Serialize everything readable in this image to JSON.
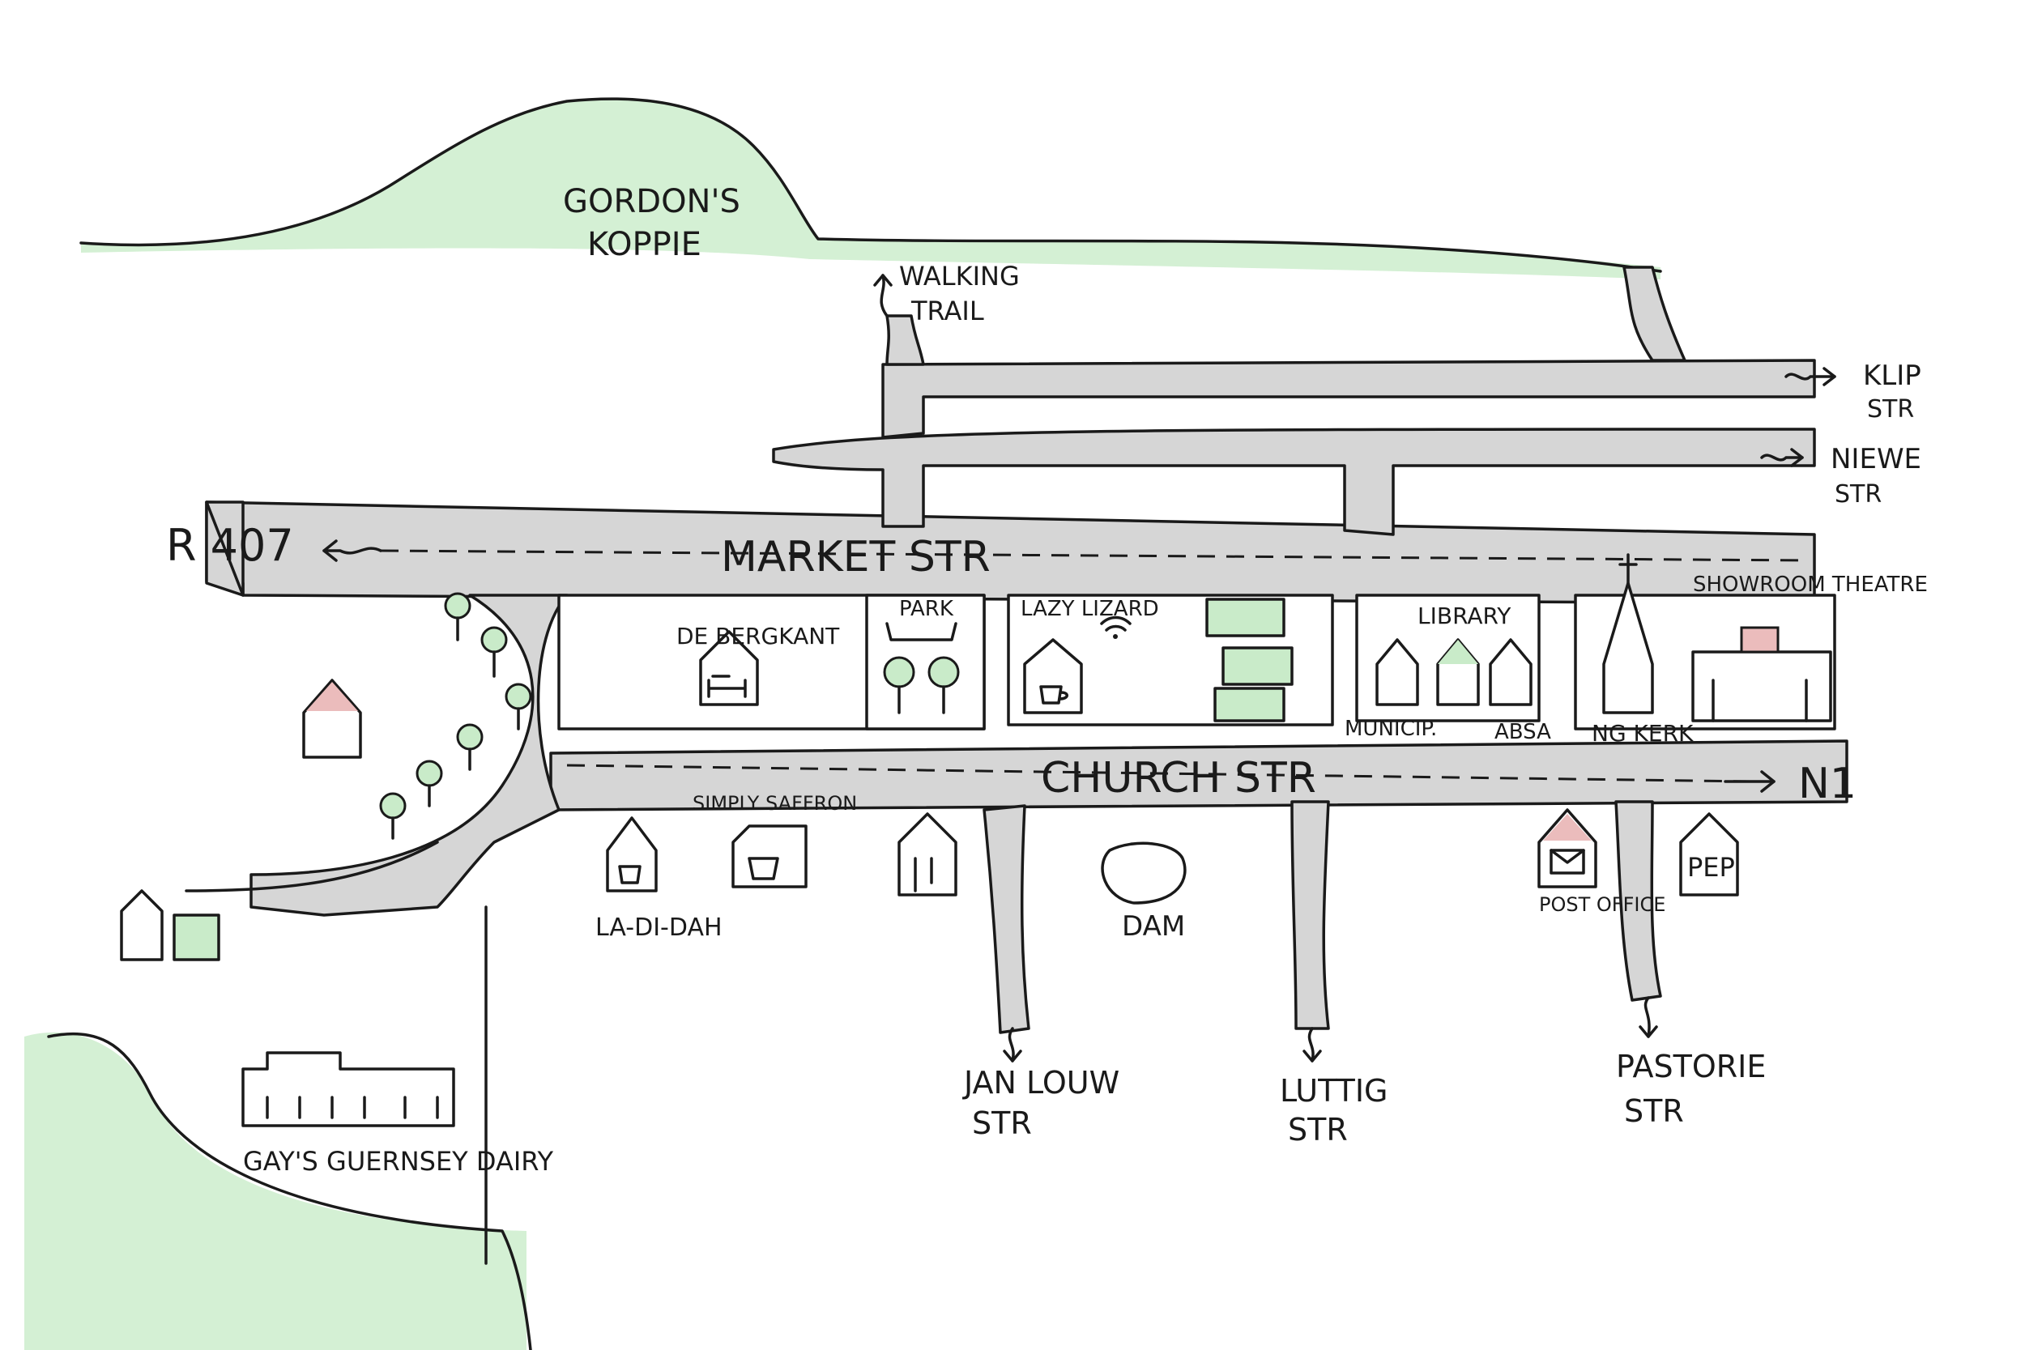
{
  "title": "",
  "colors": {
    "road": "#d6d6d6",
    "ink": "#1a1a1a",
    "green_accent": "#c9ebc9",
    "pink_accent": "#ebbcbc",
    "background": "#ffffff"
  },
  "landmarks": {
    "hill": "GORDON'S KOPPIE",
    "walking_trail": "WALKING TRAIL",
    "dam": "DAM"
  },
  "streets": {
    "market": "MARKET STR",
    "church": "CHURCH STR",
    "klip": "KLIP STR",
    "niewe": "NIEWE STR",
    "jan_louw": "JAN LOUW STR",
    "luttig": "LUTTIG STR",
    "pastorie": "PASTORIE STR",
    "r407": "R 407",
    "n1": "N1"
  },
  "places": {
    "de_bergkant": "DE BERGKANT",
    "park": "PARK",
    "lazy_lizard": "LAZY LIZARD",
    "library": "LIBRARY",
    "municip": "MUNICIP.",
    "absa": "ABSA",
    "ng_kerk": "NG KERK",
    "showroom_theatre": "SHOWROOM THEATRE",
    "simply_saffron": "SIMPLY SAFFRON",
    "la_di_dah": "LA-DI-DAH",
    "post_office": "POST OFFICE",
    "pep": "PEP",
    "dairy": "GAY'S GUERNSEY DAIRY"
  },
  "icons": [
    "wifi-icon",
    "coffee-cup-icon",
    "bed-icon",
    "envelope-icon",
    "tree-icon",
    "church-spire-icon",
    "arrow-right-icon",
    "arrow-left-icon",
    "arrow-down-icon"
  ]
}
